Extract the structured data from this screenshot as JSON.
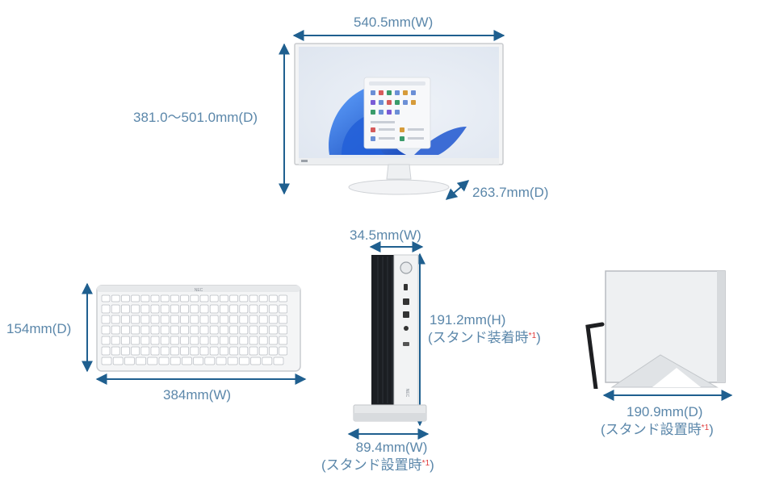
{
  "monitor": {
    "width_label": "540.5mm(W)",
    "height_label": "381.0〜501.0mm(D)",
    "depth_label": "263.7mm(D)"
  },
  "minipc": {
    "width_top_label": "34.5mm(W)",
    "height_label": "191.2mm(H)",
    "height_note": "(スタンド装着時",
    "note_mark": "*1",
    "height_note_close": ")",
    "width_bottom_label": "89.4mm(W)",
    "width_bottom_note": "(スタンド設置時",
    "width_bottom_note_close": ")"
  },
  "keyboard": {
    "depth_label": "154mm(D)",
    "width_label": "384mm(W)",
    "brand": "NEC"
  },
  "sidepc": {
    "depth_label": "190.9mm(D)",
    "depth_note": "(スタンド設置時",
    "depth_note_close": ")"
  },
  "colors": {
    "dimension_blue": "#5b87aa",
    "arrow_blue": "#1f5f8f",
    "note_red": "#e03c3c"
  }
}
